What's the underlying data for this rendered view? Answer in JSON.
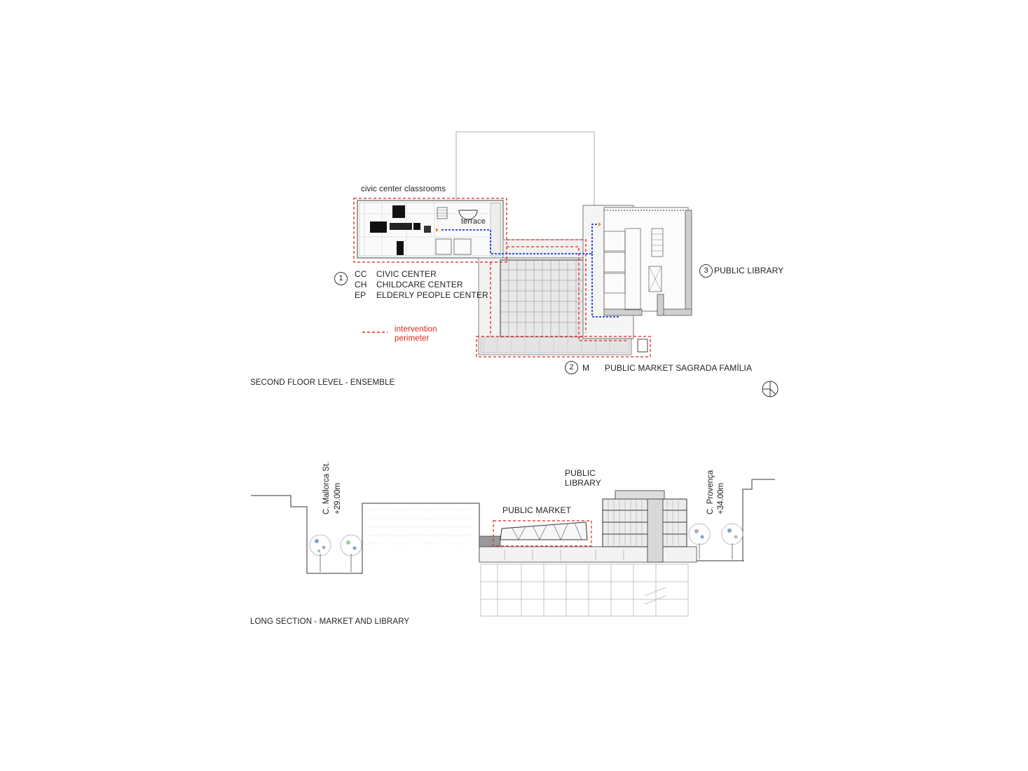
{
  "plan": {
    "title": "SECOND FLOOR LEVEL - ENSEMBLE",
    "classrooms_label": "civic center classrooms",
    "terrace_label": "terrace",
    "legend_number": "1",
    "legend": [
      {
        "code": "CC",
        "name": "CIVIC CENTER"
      },
      {
        "code": "CH",
        "name": "CHILDCARE CENTER"
      },
      {
        "code": "EP",
        "name": "ELDERLY PEOPLE CENTER"
      }
    ],
    "library_number": "3",
    "library_label": "PUBLIC LIBRARY",
    "market_number": "2",
    "market_code": "M",
    "market_label": "PUBLIC MARKET SAGRADA FAMÍLIA",
    "perimeter_legend_line1": "intervention",
    "perimeter_legend_line2": "perimeter",
    "north_icon": "north-arrow-icon"
  },
  "section": {
    "title": "LONG SECTION - MARKET AND LIBRARY",
    "street_left_line1": "C. Mallorca St.",
    "street_left_line2": "+29.00m",
    "street_right_line1": "C. Provença",
    "street_right_line2": "+34.00m",
    "library_line1": "PUBLIC",
    "library_line2": "LIBRARY",
    "market_label": "PUBLIC MARKET"
  },
  "colors": {
    "perimeter": "#e2231a",
    "path": "#1f3fd6",
    "arrow": "#f08a1c",
    "line": "#333333",
    "thin": "#9a9a9a"
  }
}
